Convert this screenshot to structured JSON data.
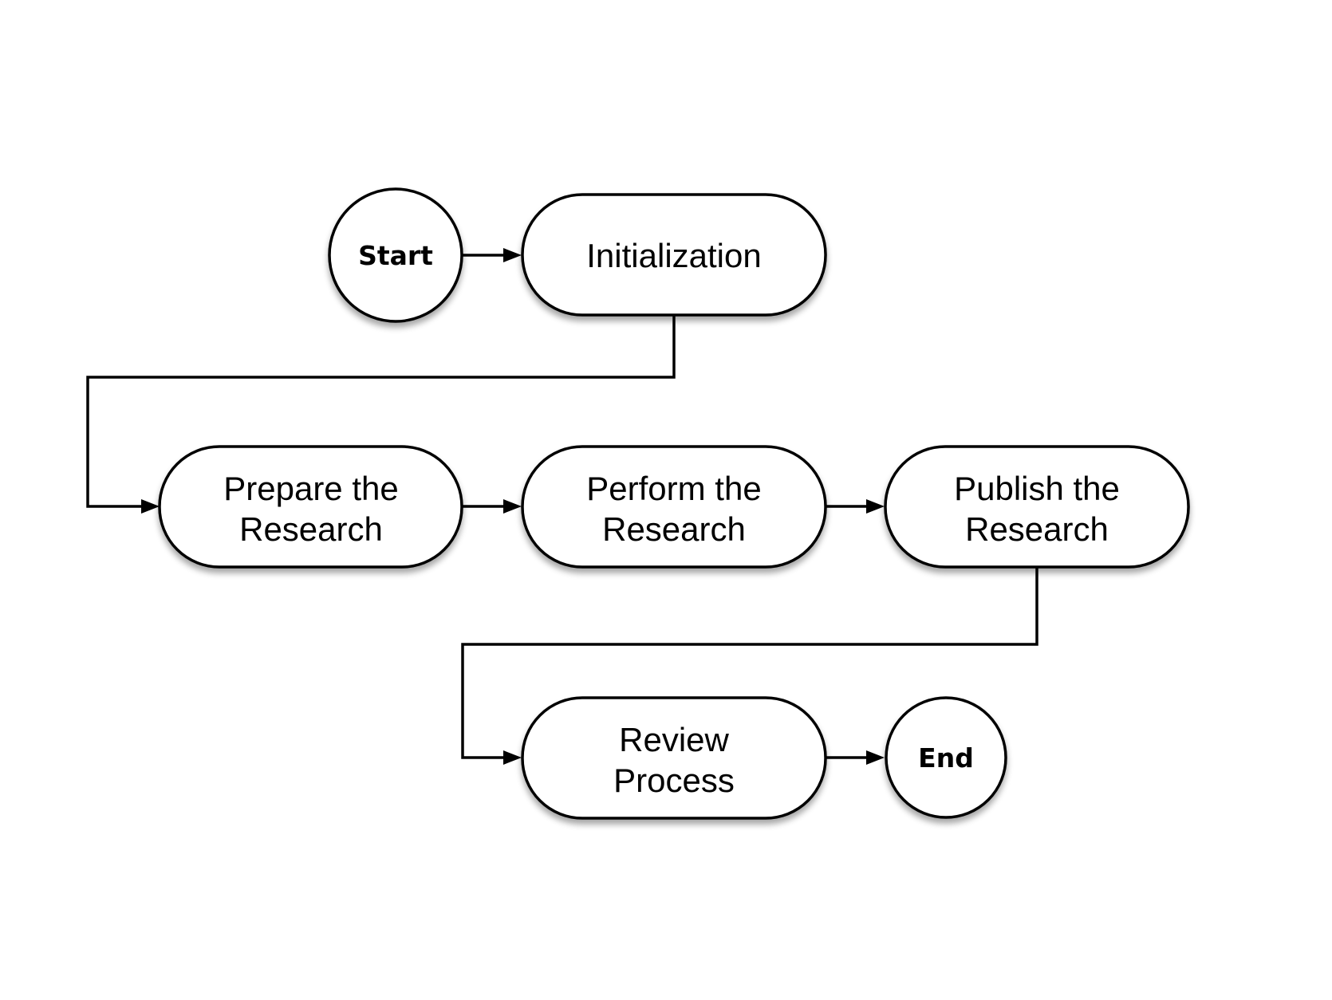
{
  "diagram": {
    "nodes": {
      "start": {
        "label": "Start"
      },
      "initialization": {
        "label": "Initialization"
      },
      "prepare": {
        "line1": "Prepare the",
        "line2": "Research"
      },
      "perform": {
        "line1": "Perform the",
        "line2": "Research"
      },
      "publish": {
        "line1": "Publish the",
        "line2": "Research"
      },
      "review": {
        "line1": "Review",
        "line2": "Process"
      },
      "end": {
        "label": "End"
      }
    },
    "edges": [
      {
        "from": "start",
        "to": "initialization"
      },
      {
        "from": "initialization",
        "to": "prepare"
      },
      {
        "from": "prepare",
        "to": "perform"
      },
      {
        "from": "perform",
        "to": "publish"
      },
      {
        "from": "publish",
        "to": "review"
      },
      {
        "from": "review",
        "to": "end"
      }
    ],
    "colors": {
      "stroke": "#000000",
      "fill": "#ffffff",
      "background": "#ffffff"
    }
  }
}
